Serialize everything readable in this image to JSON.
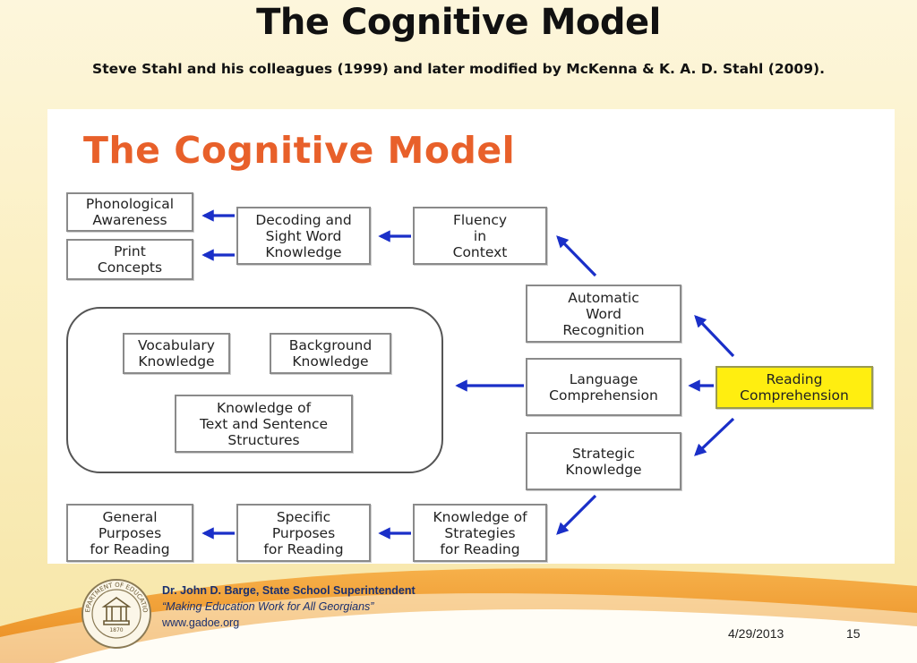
{
  "slide": {
    "title": "The Cognitive Model",
    "subtitle": "Steve Stahl and his colleagues (1999) and later modified by McKenna & K. A. D. Stahl (2009)."
  },
  "diagram": {
    "heading": "The Cognitive Model",
    "boxes": {
      "phonological_awareness": "Phonological\nAwareness",
      "print_concepts": "Print\nConcepts",
      "decoding": "Decoding and\nSight Word\nKnowledge",
      "fluency": "Fluency\nin\nContext",
      "automatic_word_recognition": "Automatic\nWord\nRecognition",
      "vocabulary": "Vocabulary\nKnowledge",
      "background": "Background\nKnowledge",
      "text_structures": "Knowledge of\nText and Sentence\nStructures",
      "language_comprehension": "Language\nComprehension",
      "reading_comprehension": "Reading\nComprehension",
      "strategic_knowledge": "Strategic\nKnowledge",
      "general_purposes": "General\nPurposes\nfor Reading",
      "specific_purposes": "Specific\nPurposes\nfor Reading",
      "knowledge_of_strategies": "Knowledge of\nStrategies\nfor Reading"
    },
    "colors": {
      "heading": "#e8602a",
      "highlight": "#ffee10",
      "arrow": "#1a2fc8"
    }
  },
  "footer": {
    "name": "Dr. John D. Barge, State School Superintendent",
    "motto": "“Making Education Work for All Georgians”",
    "url": "www.gadoe.org",
    "date": "4/29/2013",
    "page": "15",
    "seal_text": "DEPARTMENT OF EDUCATION",
    "seal_year": "1870"
  }
}
